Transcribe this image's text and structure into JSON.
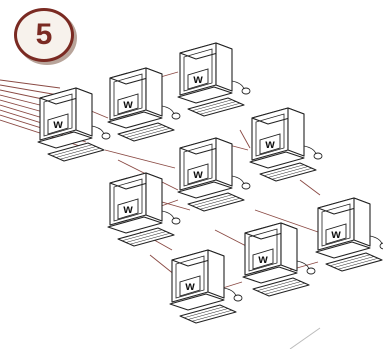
{
  "step_badge": {
    "number": "5"
  },
  "computers": [
    {
      "label": "w"
    },
    {
      "label": "w"
    },
    {
      "label": "w"
    },
    {
      "label": "w"
    },
    {
      "label": "w"
    },
    {
      "label": "w"
    },
    {
      "label": "w"
    },
    {
      "label": "w"
    },
    {
      "label": "w"
    }
  ],
  "colors": {
    "badge": "#7a2a22",
    "links": "#8a4a44",
    "lines": "#222222"
  }
}
